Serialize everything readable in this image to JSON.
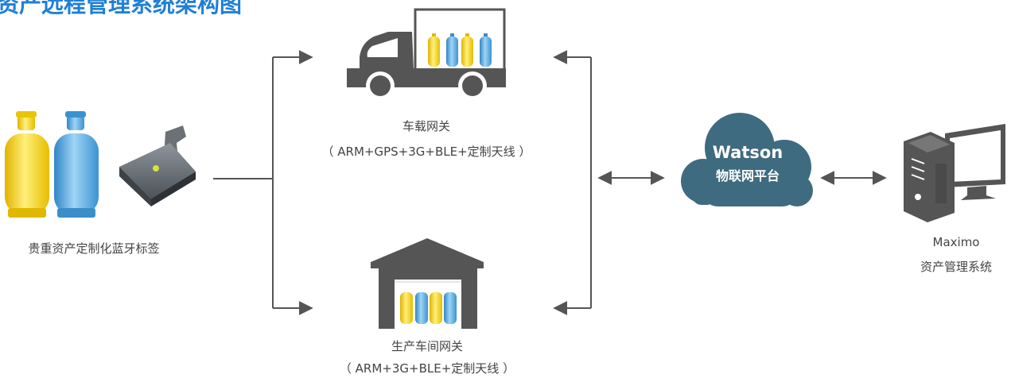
{
  "title": "资产远程管理系统架构图",
  "tag": {
    "label": "贵重资产定制化蓝牙标签"
  },
  "vehicle_gateway": {
    "name": "车载网关",
    "spec": "（ ARM+GPS+3G+BLE+定制天线 ）"
  },
  "workshop_gateway": {
    "name": "生产车间网关",
    "spec": "（ ARM+3G+BLE+定制天线 ）"
  },
  "cloud": {
    "title": "Watson",
    "subtitle": "物联网平台"
  },
  "maximo": {
    "name": "Maximo",
    "subtitle": "资产管理系统"
  },
  "colors": {
    "accent": "#1f7fd6",
    "cloud": "#3f6b80",
    "icon": "#555555",
    "cylinder_yellow": "#f2cf1f",
    "cylinder_blue": "#4aa3dd"
  }
}
